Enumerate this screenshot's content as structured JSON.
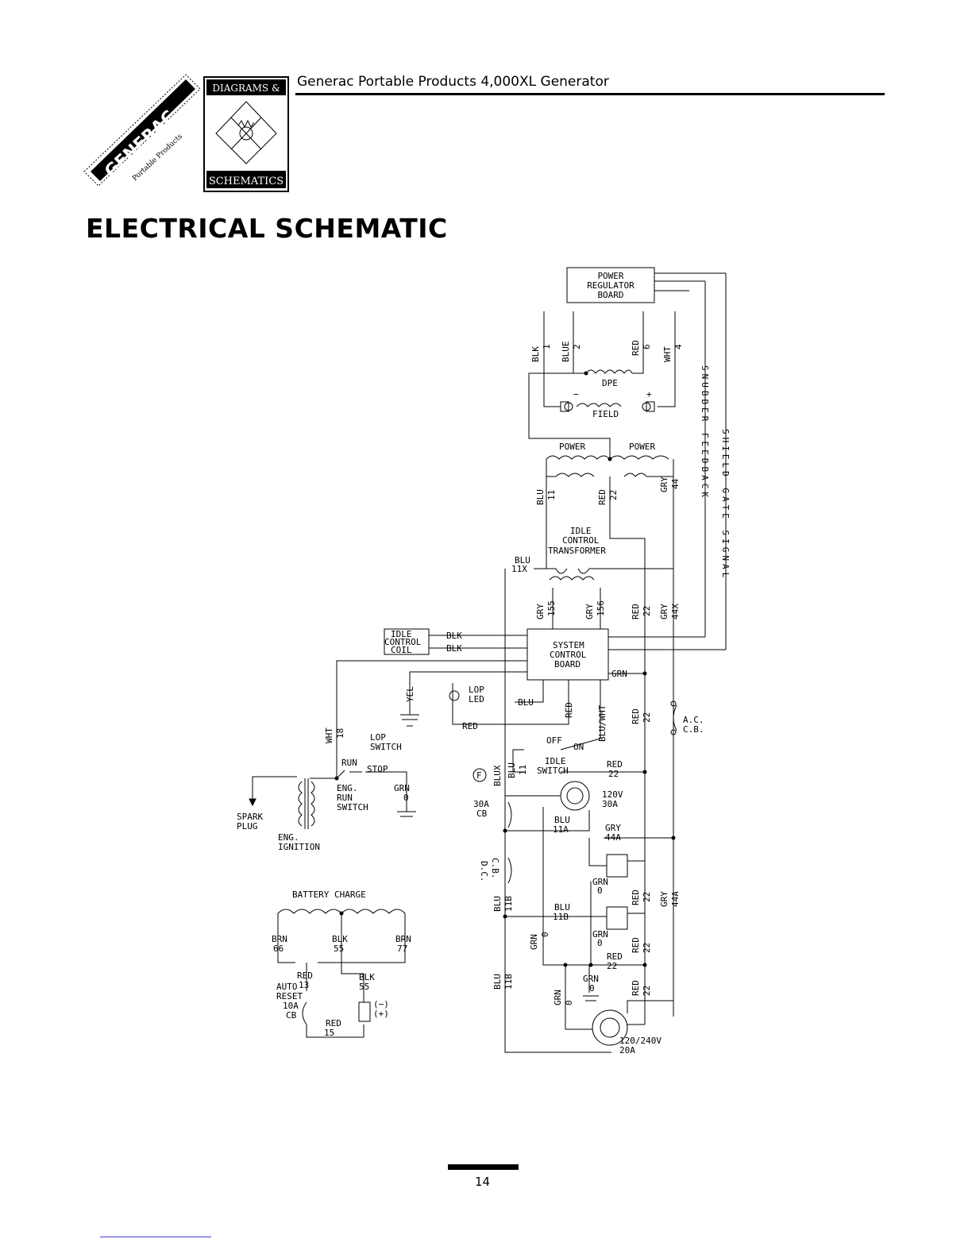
{
  "header": {
    "logo_text": "GENERAC",
    "logo_subtext": "Portable Products",
    "badge_top": "DIAGRAMS &",
    "badge_bottom": "SCHEMATICS",
    "title": "Generac Portable Products 4,000XL Generator"
  },
  "page_title": "ELECTRICAL SCHEMATIC",
  "labels": {
    "prb1": "POWER",
    "prb2": "REGULATOR",
    "prb3": "BOARD",
    "blk": "BLK",
    "n1": "1",
    "blue": "BLUE",
    "n2": "2",
    "red": "RED",
    "n6": "6",
    "wht": "WHT",
    "n4": "4",
    "dpe": "DPE",
    "field": "FIELD",
    "minus": "−",
    "plus": "+",
    "snubber": "SNUBBER FEEDBACK",
    "shield": "SHIELD GATE SIGNAL",
    "power": "POWER",
    "blu": "BLU",
    "n11": "11",
    "n22": "22",
    "gry": "GRY",
    "n44": "44",
    "idle": "IDLE",
    "control": "CONTROL",
    "transformer": "TRANSFORMER",
    "n11x": "11X",
    "n155": "155",
    "n156": "156",
    "n44x": "44X",
    "icc1": "IDLE",
    "icc2": "CONTROL",
    "icc3": "COIL",
    "scb1": "SYSTEM",
    "scb2": "CONTROL",
    "scb3": "BOARD",
    "grn": "GRN",
    "yel": "YEL",
    "lop": "LOP",
    "led": "LED",
    "blu_wht": "BLU/WHT",
    "acb1": "A.C.",
    "acb2": "C.B.",
    "n18": "18",
    "lop_switch": "SWITCH",
    "off": "OFF",
    "on": "ON",
    "idle_switch": "SWITCH",
    "run": "RUN",
    "stop": "STOP",
    "eng": "ENG.",
    "run2": "RUN",
    "switch": "SWITCH",
    "n0": "0",
    "spark": "SPARK",
    "plug": "PLUG",
    "ignition": "IGNITION",
    "f": "F",
    "blux": "BLUX",
    "cb30": "30A",
    "cb": "CB",
    "r120v": "120V",
    "r30a": "30A",
    "n11a": "11A",
    "n44a": "44A",
    "dc": "D.C.",
    "cb2": "C.B.",
    "n11b": "11B",
    "battery": "BATTERY CHARGE",
    "brn": "BRN",
    "n66": "66",
    "n55": "55",
    "n77": "77",
    "n13": "13",
    "n15": "15",
    "auto": "AUTO",
    "reset": "RESET",
    "cb10": "10A",
    "neg": "(−)",
    "pos": "(+)",
    "r240": "120/240V",
    "r20a": "20A"
  },
  "footer": {
    "page_number": "14"
  }
}
